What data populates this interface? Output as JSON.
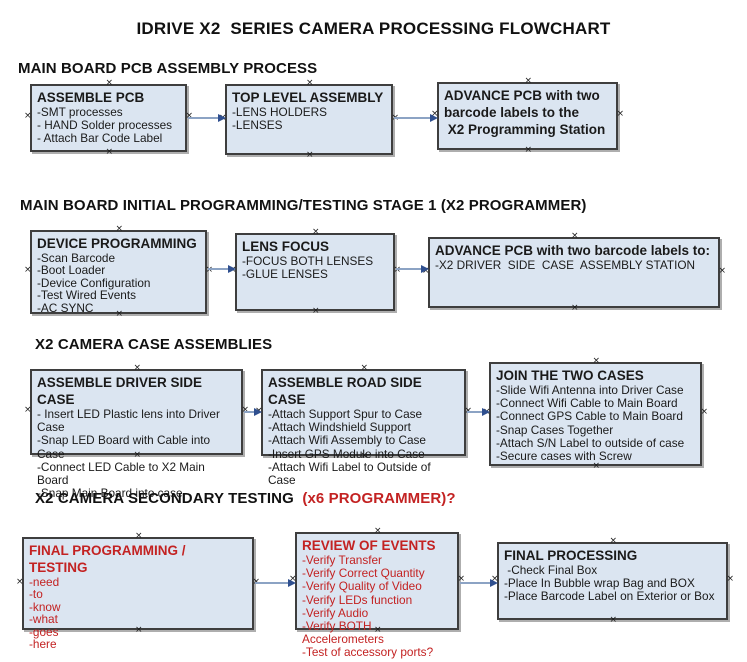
{
  "title": "IDRIVE X2  SERIES CAMERA PROCESSING FLOWCHART",
  "icons": {
    "connection_point": "×",
    "arrow_head": "right-triangle"
  },
  "colors": {
    "node_fill": "#dbe5f1",
    "node_border": "#3e3e3e",
    "arrow_line": "#8ca3c4",
    "arrow_head": "#2f4f8f",
    "red_text": "#c32222",
    "black_text": "#1a1a1a"
  },
  "sections": [
    {
      "heading": "MAIN BOARD PCB ASSEMBLY PROCESS",
      "boxes": [
        {
          "title": "ASSEMBLE PCB",
          "lines": [
            "-SMT processes",
            "- HAND Solder processes",
            "- Attach Bar Code Label"
          ]
        },
        {
          "title": "TOP LEVEL ASSEMBLY",
          "lines": [
            "-LENS HOLDERS",
            "-LENSES"
          ]
        },
        {
          "title": "ADVANCE PCB with two barcode labels to the",
          "lines": [
            " X2 Programming Station"
          ]
        }
      ]
    },
    {
      "heading": "MAIN BOARD INITIAL PROGRAMMING/TESTING STAGE 1 (X2 PROGRAMMER)",
      "boxes": [
        {
          "title": "DEVICE PROGRAMMING",
          "lines": [
            "-Scan Barcode",
            "-Boot Loader",
            "-Device Configuration",
            "-Test Wired Events",
            "-AC SYNC"
          ]
        },
        {
          "title": "LENS FOCUS",
          "lines": [
            "-FOCUS BOTH LENSES",
            "-GLUE LENSES"
          ]
        },
        {
          "title": "ADVANCE PCB with two barcode labels to:",
          "lines": [
            "-X2 DRIVER  SIDE  CASE  ASSEMBLY STATION"
          ]
        }
      ]
    },
    {
      "heading": "X2 CAMERA CASE ASSEMBLIES",
      "boxes": [
        {
          "title": "ASSEMBLE DRIVER SIDE CASE",
          "lines": [
            "- Insert LED Plastic lens into Driver Case",
            "-Snap LED Board with Cable into Case",
            "-Connect LED Cable to X2 Main Board",
            "-Snap Main Board into case"
          ]
        },
        {
          "title": "ASSEMBLE ROAD SIDE CASE",
          "lines": [
            "-Attach Support Spur to Case",
            "-Attach Windshield Support",
            "-Attach Wifi Assembly to Case",
            "-Insert GPS Module into Case",
            "-Attach Wifi Label to Outside of Case"
          ]
        },
        {
          "title": "JOIN THE TWO CASES",
          "lines": [
            "-Slide Wifi Antenna into Driver Case",
            "-Connect Wifi Cable to Main Board",
            "-Connect GPS Cable to Main Board",
            "-Snap Cases Together",
            "-Attach S/N Label to outside of case",
            "-Secure cases with Screw"
          ]
        }
      ]
    },
    {
      "heading": "X2 CAMERA SECONDARY TESTING  ",
      "heading_red": "(x6 PROGRAMMER)?",
      "boxes": [
        {
          "title": "FINAL PROGRAMMING / TESTING",
          "lines": [
            "-need",
            "-to",
            "-know",
            "-what",
            "-goes",
            "-here"
          ]
        },
        {
          "title": "REVIEW OF EVENTS",
          "lines": [
            "-Verify Transfer",
            "-Verify Correct Quantity",
            "-Verify Quality of Video",
            "-Verify LEDs function",
            "-Verify Audio",
            "-Verify BOTH Accelerometers",
            "-Test of accessory ports?"
          ]
        },
        {
          "title": "FINAL PROCESSING",
          "lines": [
            " -Check Final Box",
            "-Place In Bubble wrap Bag and BOX",
            "-Place Barcode Label on Exterior or Box"
          ]
        }
      ]
    }
  ]
}
